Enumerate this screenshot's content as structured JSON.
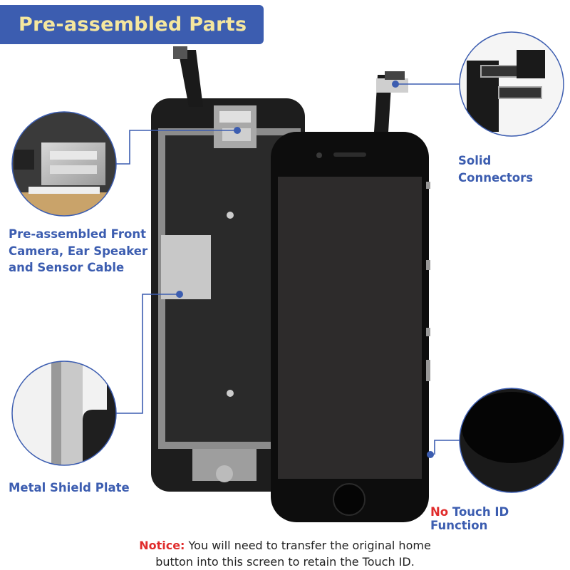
{
  "banner": {
    "title": "Pre-assembled Parts"
  },
  "labels": {
    "solid_connectors": "Solid Connectors",
    "front_camera_line1": "Pre-assembled Front",
    "front_camera_line2": "Camera, Ear Speaker",
    "front_camera_line3": "and Sensor Cable",
    "metal_shield": "Metal Shield Plate",
    "no_touch_id_prefix": "No",
    "no_touch_id_suffix": "Touch ID Function"
  },
  "notice": {
    "prefix": "Notice:",
    "line1": "You will need to transfer the original home",
    "line2": "button into this screen to retain the Touch ID."
  },
  "colors": {
    "accent_blue": "#3c5db0",
    "banner_text": "#f5e79e",
    "warning_red": "#e02b2b"
  }
}
